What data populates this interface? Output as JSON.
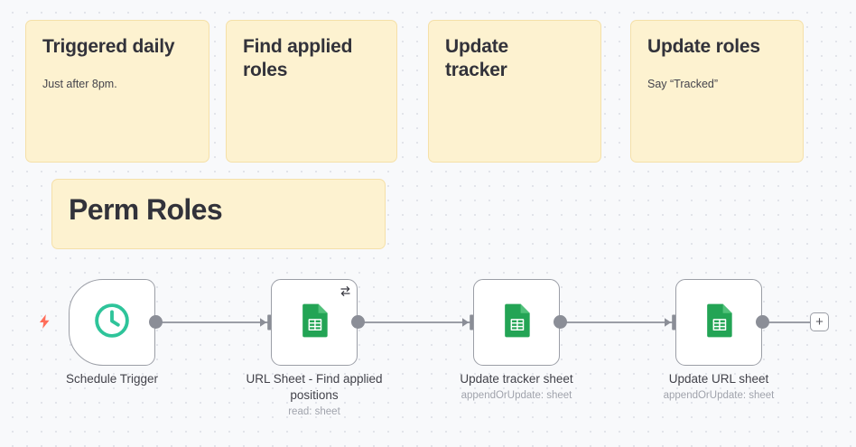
{
  "canvas": {
    "background_color": "#f8f9fb",
    "grid_dot_color": "#e2e4ea"
  },
  "sticky_notes": [
    {
      "id": "triggered-daily",
      "title": "Triggered daily",
      "body": "Just after 8pm.",
      "color": "#fdf2d0",
      "border_color": "#f5e0a8"
    },
    {
      "id": "find-applied-roles",
      "title": "Find applied\nroles",
      "body": "",
      "color": "#fdf2d0",
      "border_color": "#f5e0a8"
    },
    {
      "id": "update-tracker",
      "title": "Update\ntracker",
      "body": "",
      "color": "#fdf2d0",
      "border_color": "#f5e0a8"
    },
    {
      "id": "update-roles",
      "title": "Update roles",
      "body": "Say “Tracked”",
      "color": "#fdf2d0",
      "border_color": "#f5e0a8"
    },
    {
      "id": "perm-roles",
      "title": "Perm Roles",
      "body": "",
      "color": "#fdf2d0",
      "border_color": "#f5e0a8"
    }
  ],
  "workflow": {
    "nodes": [
      {
        "id": "schedule-trigger",
        "title": "Schedule Trigger",
        "subtitle": "",
        "icon": "clock-icon",
        "icon_color": "#2ec49a",
        "is_trigger": true,
        "trigger_icon": "lightning-bolt-icon",
        "trigger_icon_color": "#ff6d5a",
        "badge": ""
      },
      {
        "id": "url-sheet-find-applied-positions",
        "title": "URL Sheet - Find applied\npositions",
        "subtitle": "read: sheet",
        "icon": "google-sheets-icon",
        "icon_color": "#23a455",
        "is_trigger": false,
        "badge": "retry-loop-icon"
      },
      {
        "id": "update-tracker-sheet",
        "title": "Update tracker sheet",
        "subtitle": "appendOrUpdate: sheet",
        "icon": "google-sheets-icon",
        "icon_color": "#23a455",
        "is_trigger": false,
        "badge": ""
      },
      {
        "id": "update-url-sheet",
        "title": "Update URL sheet",
        "subtitle": "appendOrUpdate: sheet",
        "icon": "google-sheets-icon",
        "icon_color": "#23a455",
        "is_trigger": false,
        "badge": ""
      }
    ],
    "add_node_button_label": "+",
    "connector_color": "#9b9ea6"
  }
}
